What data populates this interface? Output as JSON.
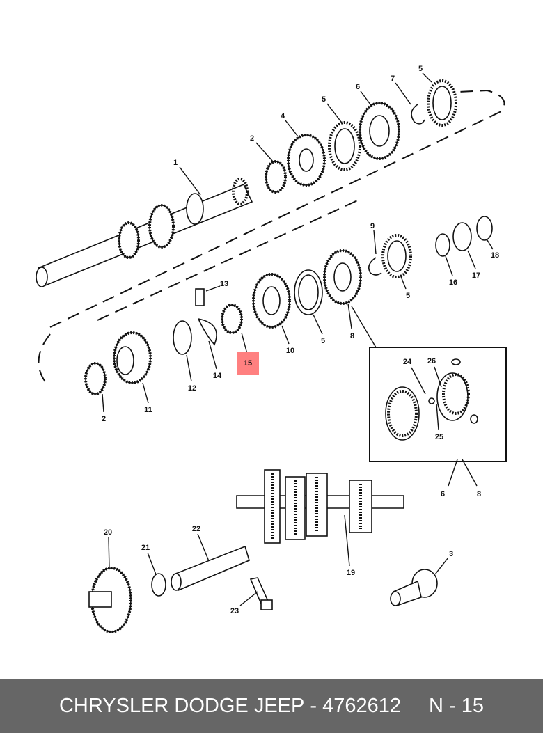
{
  "diagram": {
    "highlight_color": "#ff8080",
    "highlighted_part": "15",
    "callouts": [
      "1",
      "2",
      "4",
      "5",
      "6",
      "7",
      "5",
      "9",
      "5",
      "8",
      "5",
      "10",
      "13",
      "14",
      "15",
      "12",
      "2",
      "11",
      "16",
      "17",
      "18",
      "24",
      "26",
      "25",
      "6",
      "8",
      "20",
      "21",
      "22",
      "19",
      "3",
      "23"
    ]
  },
  "footer": {
    "brand": "CHRYSLER DODGE JEEP",
    "separator": " - ",
    "part_number": "4762612",
    "ref": "N - 15"
  }
}
